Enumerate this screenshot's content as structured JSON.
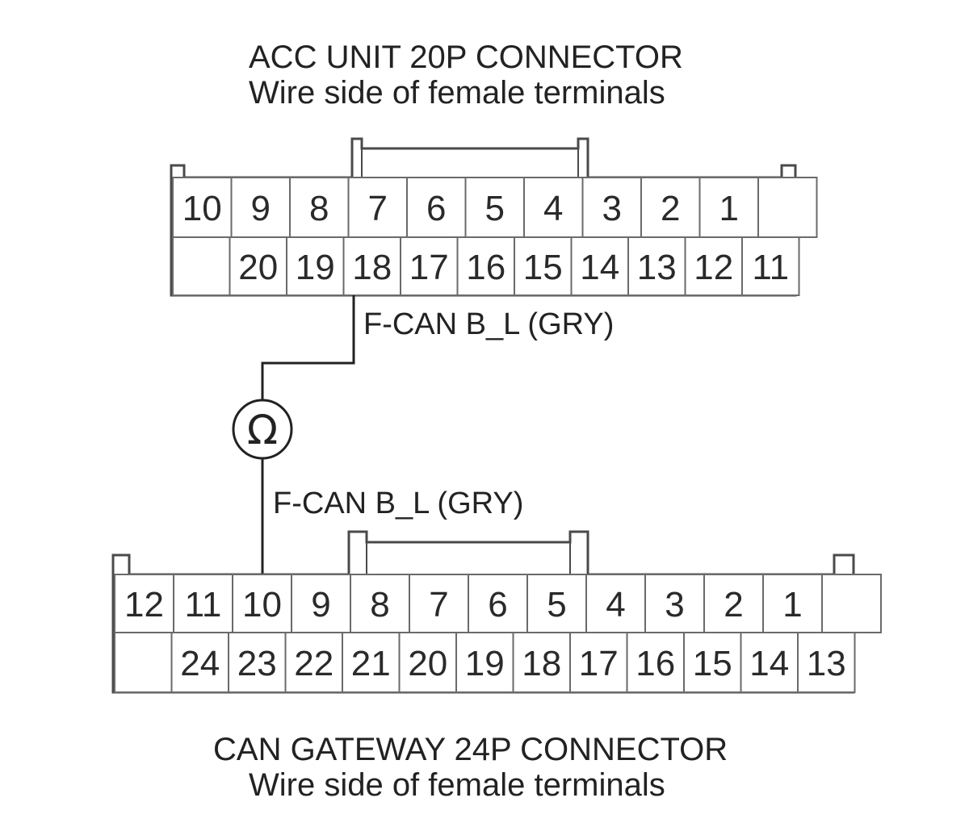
{
  "top_connector": {
    "title": "ACC UNIT 20P CONNECTOR",
    "subtitle": "Wire side of female terminals",
    "row1": [
      "10",
      "9",
      "8",
      "7",
      "6",
      "5",
      "4",
      "3",
      "2",
      "1",
      ""
    ],
    "row2": [
      "",
      "20",
      "19",
      "18",
      "17",
      "16",
      "15",
      "14",
      "13",
      "12",
      "11"
    ]
  },
  "bottom_connector": {
    "title": "CAN GATEWAY 24P CONNECTOR",
    "subtitle": "Wire side of female terminals",
    "row1": [
      "12",
      "11",
      "10",
      "9",
      "8",
      "7",
      "6",
      "5",
      "4",
      "3",
      "2",
      "1",
      ""
    ],
    "row2": [
      "",
      "24",
      "23",
      "22",
      "21",
      "20",
      "19",
      "18",
      "17",
      "16",
      "15",
      "14",
      "13"
    ]
  },
  "wire_top_label": "F-CAN B_L (GRY)",
  "wire_bottom_label": "F-CAN B_L (GRY)",
  "meter_symbol": "Ω",
  "meter_icon": "ohmmeter-icon",
  "connections": [
    {
      "from": "ACC UNIT 20P CONNECTOR",
      "from_pin": "18",
      "to": "CAN GATEWAY 24P CONNECTOR",
      "to_pin": "10",
      "via": "Ω"
    }
  ]
}
